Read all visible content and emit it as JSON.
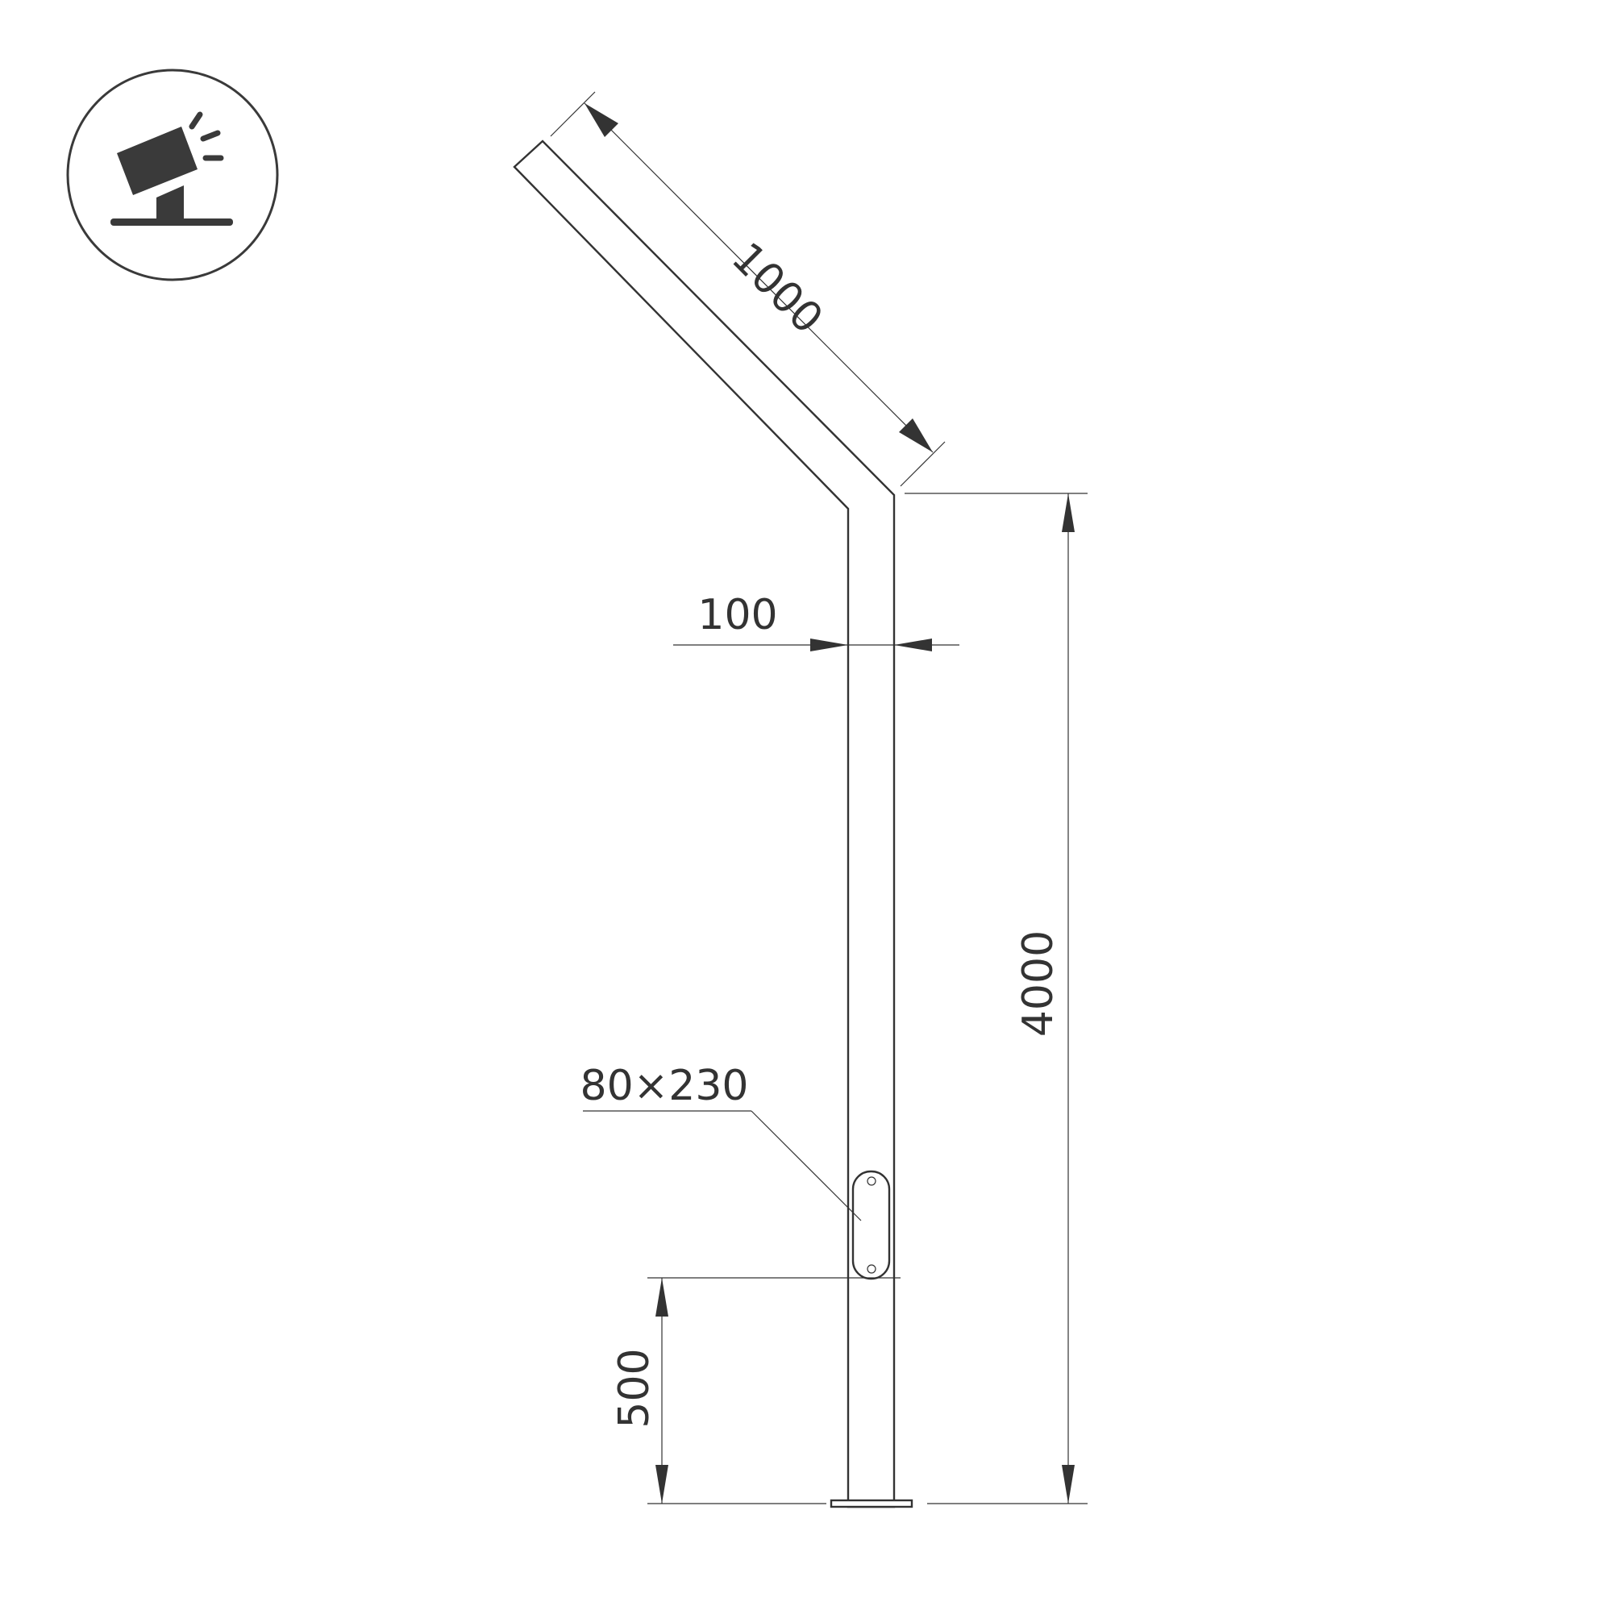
{
  "icon": {
    "name": "floodlight-pole-mount-icon",
    "color": "#3a3a3a"
  },
  "colors": {
    "line": "#333333",
    "background": "#ffffff"
  },
  "dimensions": {
    "arm_length": "1000",
    "pole_diameter": "100",
    "total_height": "4000",
    "hatch_size": "80×230",
    "hatch_height": "500"
  }
}
